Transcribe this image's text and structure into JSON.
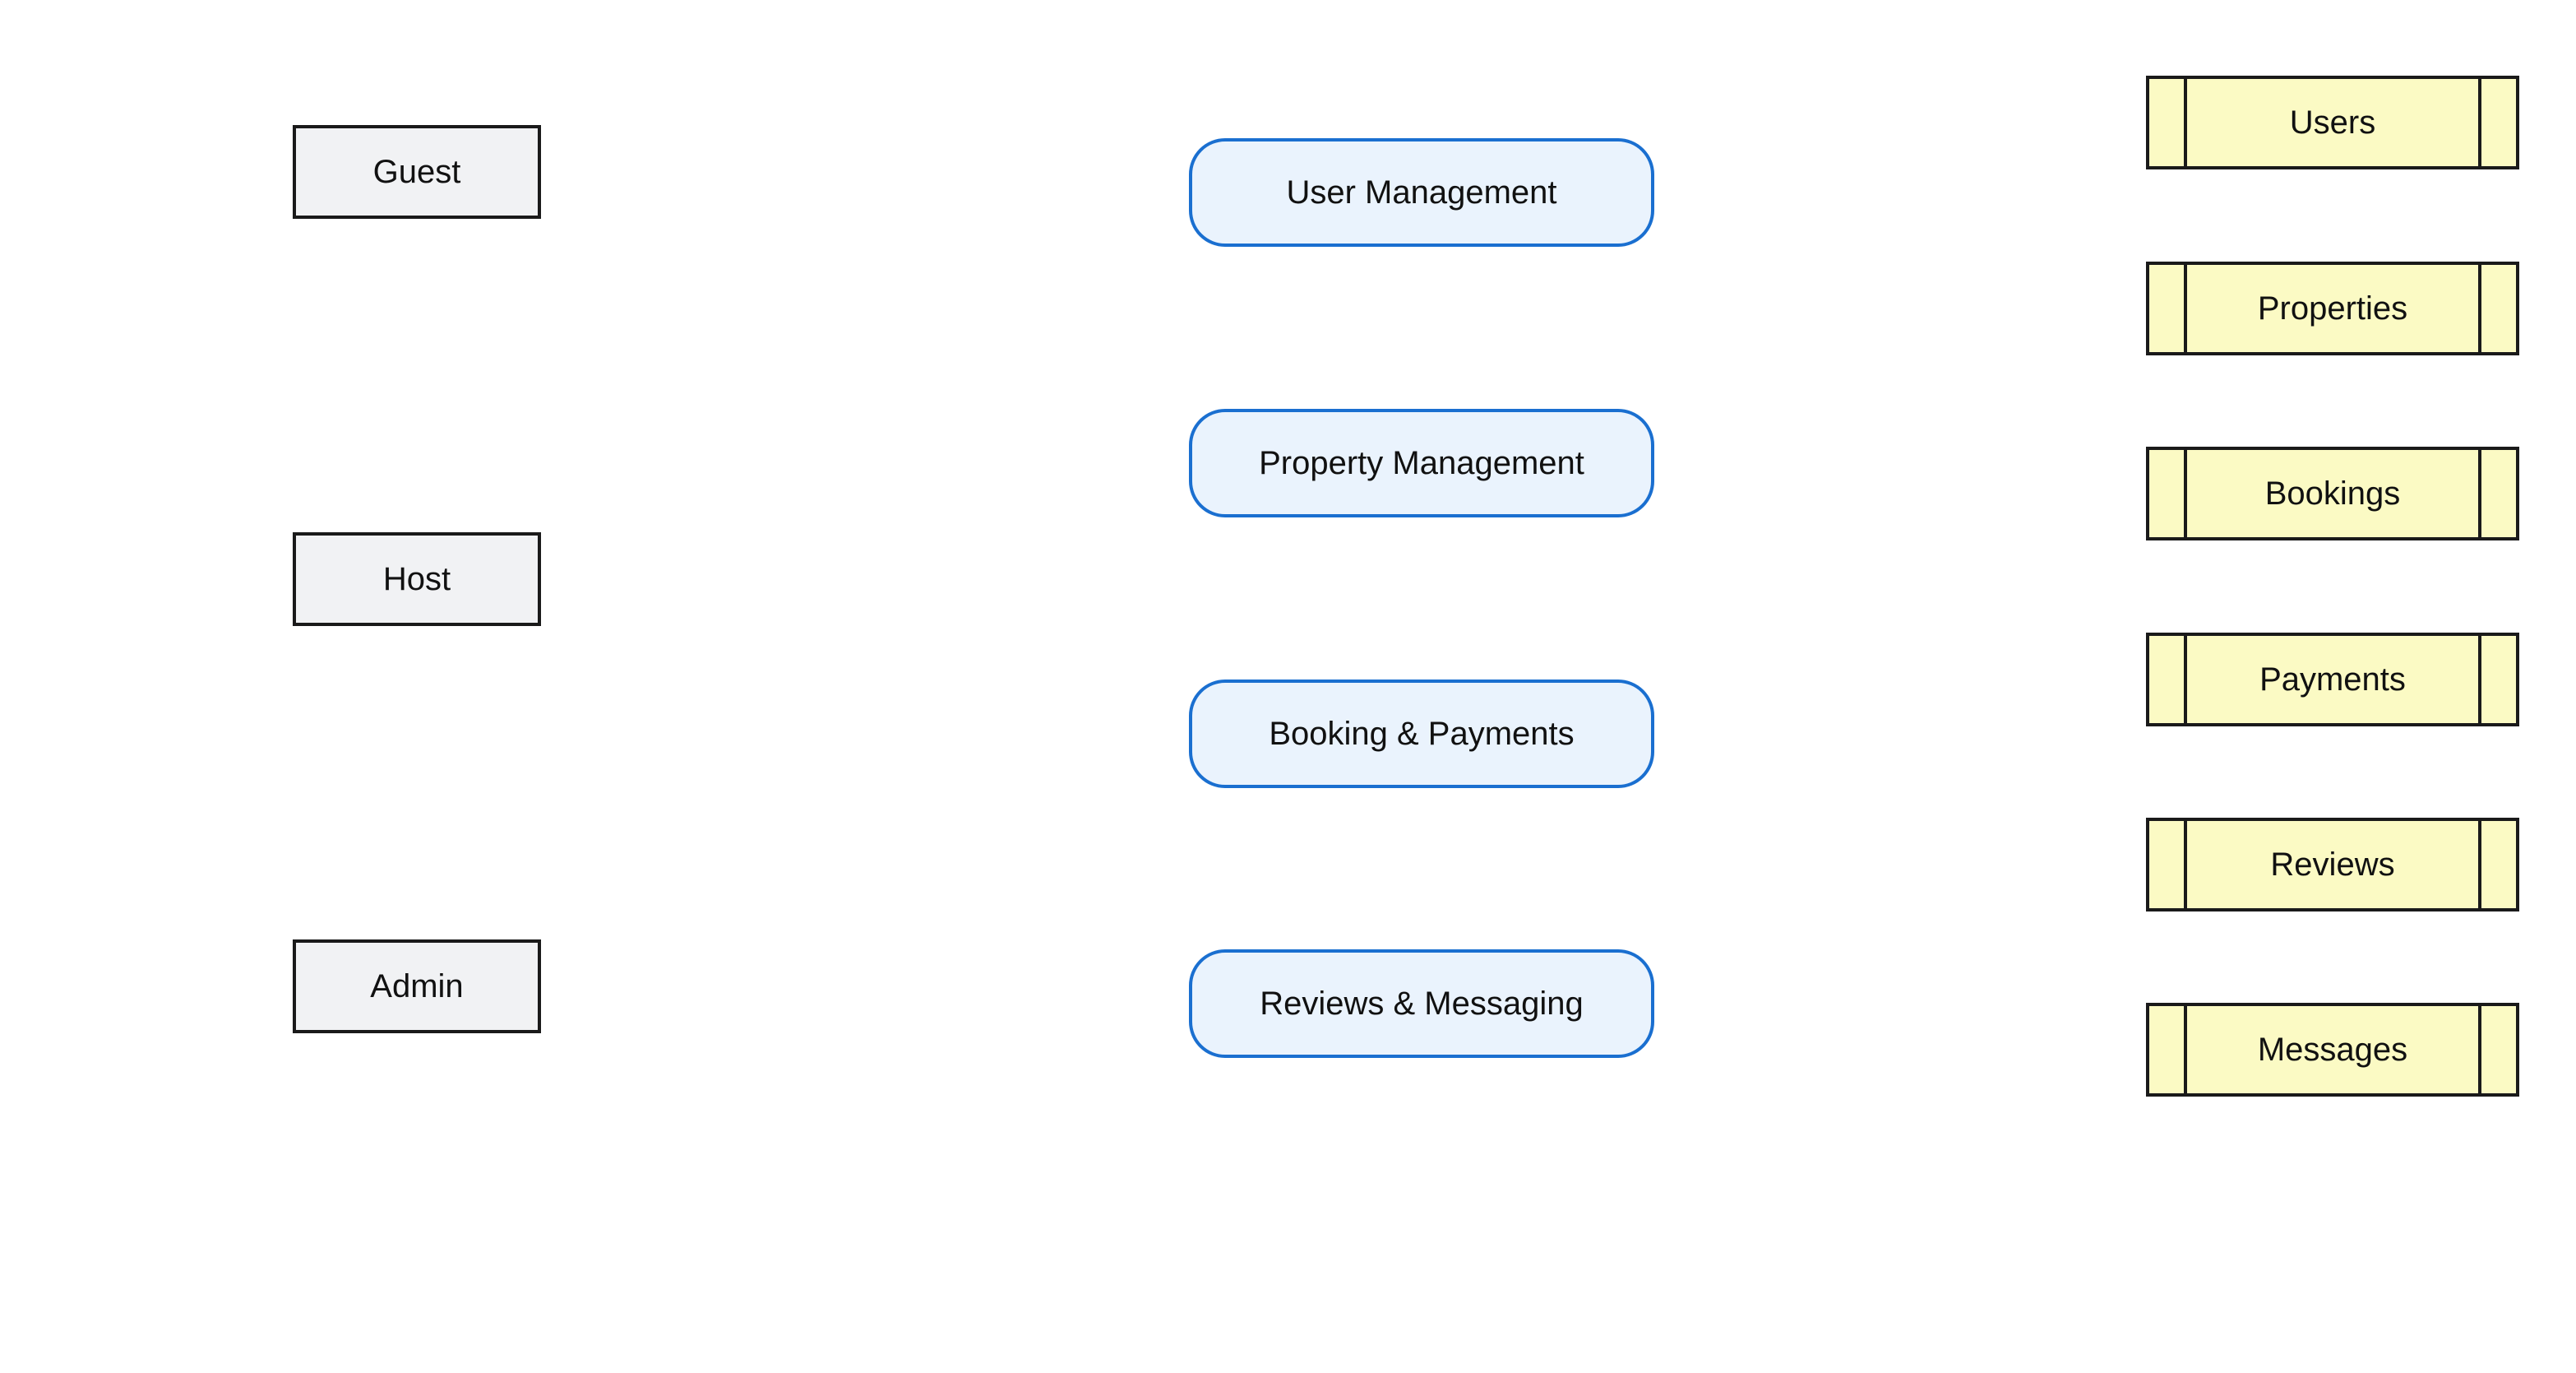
{
  "entities": [
    {
      "label": "Guest"
    },
    {
      "label": "Host"
    },
    {
      "label": "Admin"
    }
  ],
  "processes": [
    {
      "label": "User Management"
    },
    {
      "label": "Property Management"
    },
    {
      "label": "Booking & Payments"
    },
    {
      "label": "Reviews & Messaging"
    }
  ],
  "data_stores": [
    {
      "label": "Users"
    },
    {
      "label": "Properties"
    },
    {
      "label": "Bookings"
    },
    {
      "label": "Payments"
    },
    {
      "label": "Reviews"
    },
    {
      "label": "Messages"
    }
  ],
  "colors": {
    "entity_fill": "#f1f2f4",
    "entity_stroke": "#1a1a1a",
    "process_fill": "#eaf3fd",
    "process_stroke": "#1a6fd0",
    "store_fill": "#fbfac4",
    "store_stroke": "#1a1a1a"
  }
}
